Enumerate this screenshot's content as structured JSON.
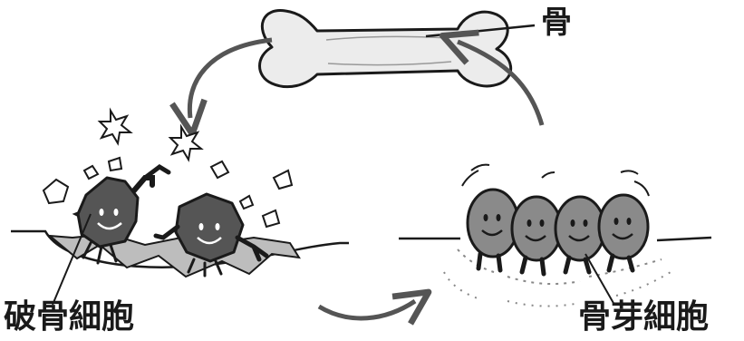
{
  "labels": {
    "bone": "骨",
    "osteoclast": "破骨細胞",
    "osteoblast": "骨芽細胞"
  },
  "colors": {
    "ink": "#1a1a1a",
    "bone_fill": "#ececec",
    "cell_dark": "#555555",
    "cell_light": "#8a8a8a",
    "debris": "#bdbdbd",
    "background": "#ffffff"
  },
  "icons": {
    "sparkle": "star-burst",
    "arrow": "curved-arrow"
  }
}
